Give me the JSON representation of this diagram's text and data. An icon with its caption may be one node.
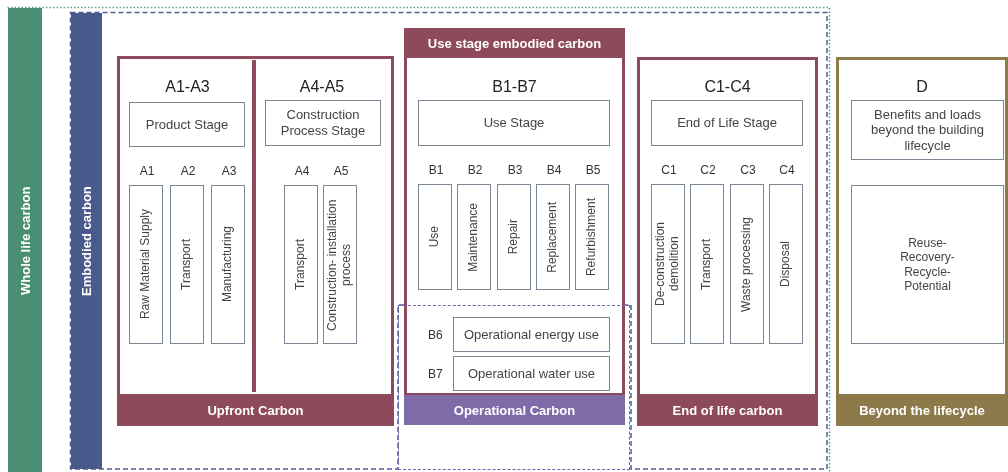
{
  "diagram": {
    "nodes": [
      {
        "text": [
          "Whole life carbon"
        ]
      },
      {
        "text": [
          "Embodied carbon"
        ],
        "in": 0
      },
      {
        "text": [
          "Upfront Carbon"
        ],
        "in": 1
      },
      {
        "text": [
          "A1-A3"
        ],
        "in": 2
      },
      {
        "text": [
          "Product Stage"
        ],
        "in": 3
      },
      {
        "text": [
          "Raw Material Supply"
        ],
        "in": 3,
        "beside": [
          "A1"
        ]
      },
      {
        "text": [
          "Transport"
        ],
        "in": 3,
        "beside": [
          "A2"
        ]
      },
      {
        "text": [
          "Manufacturing"
        ],
        "in": 3,
        "beside": [
          "A3"
        ]
      },
      {
        "text": [
          "A4-A5"
        ],
        "in": 2
      },
      {
        "text": [
          "Construction Process Stage"
        ],
        "in": 8
      },
      {
        "text": [
          "Transport"
        ],
        "in": 8,
        "beside": [
          "A4"
        ]
      },
      {
        "text": [
          "Construction- installation process"
        ],
        "in": 8,
        "beside": [
          "A5"
        ]
      },
      {
        "text": [
          "Use stage embodied carbon",
          "B1-B7"
        ],
        "in": 1
      },
      {
        "text": [
          "Use Stage"
        ],
        "in": 12
      },
      {
        "text": [
          "Use"
        ],
        "in": 12,
        "beside": [
          "B1"
        ]
      },
      {
        "text": [
          "Maintenance"
        ],
        "in": 12,
        "beside": [
          "B2"
        ]
      },
      {
        "text": [
          "Repair"
        ],
        "in": 12,
        "beside": [
          "B3"
        ]
      },
      {
        "text": [
          "Replacement"
        ],
        "in": 12,
        "beside": [
          "B4"
        ]
      },
      {
        "text": [
          "Refurbishment"
        ],
        "in": 12,
        "beside": [
          "B5"
        ]
      },
      {
        "text": [
          "Operational Carbon"
        ],
        "in": 0
      },
      {
        "text": [
          "Operational energy use"
        ]
      },
      {
        "text": [
          "Operational water use"
        ]
      },
      {
        "text": [
          "C1-C4",
          "End of life carbon"
        ],
        "in": 1
      },
      {
        "text": [
          "End of Life Stage"
        ],
        "in": 22
      },
      {
        "text": [
          "De-construction demolition"
        ],
        "in": 22,
        "beside": [
          "C1"
        ]
      },
      {
        "text": [
          "Transport"
        ],
        "in": 22,
        "beside": [
          "C2"
        ]
      },
      {
        "text": [
          "Waste processing"
        ],
        "in": 22,
        "beside": [
          "C3"
        ]
      },
      {
        "text": [
          "Disposal"
        ],
        "in": 22,
        "beside": [
          "C4"
        ]
      },
      {
        "text": [
          "D",
          "Beyond the lifecycle"
        ]
      },
      {
        "text": [
          "Benefits and loads beyond the building lifecycle"
        ],
        "in": 28
      },
      {
        "text": [
          "Reuse- Recovery- Recycle- Potential"
        ],
        "in": 28
      }
    ],
    "labels": [
      "B6",
      "B7"
    ]
  }
}
